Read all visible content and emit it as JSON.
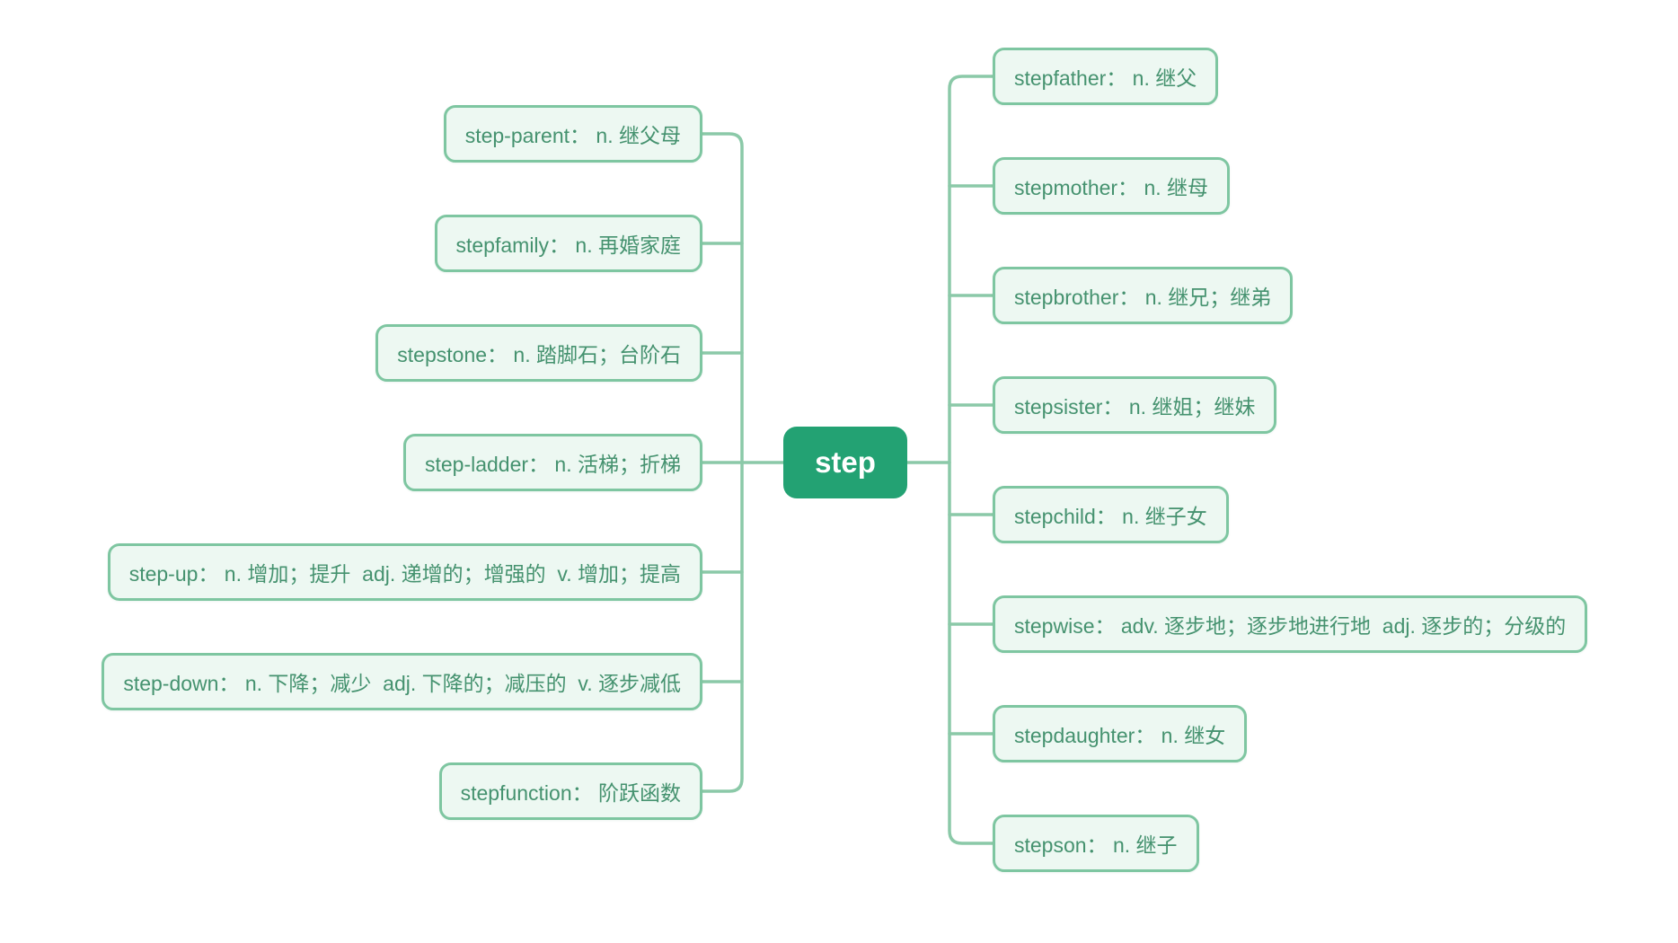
{
  "root": {
    "label": "step"
  },
  "left_branches": [
    {
      "label": "step-parent： n. 继父母"
    },
    {
      "label": "stepfamily： n. 再婚家庭"
    },
    {
      "label": "stepstone： n. 踏脚石；台阶石"
    },
    {
      "label": "step-ladder： n. 活梯；折梯"
    },
    {
      "label": "step-up： n. 增加；提升  adj. 递增的；增强的  v. 增加；提高"
    },
    {
      "label": "step-down： n. 下降；减少  adj. 下降的；减压的  v. 逐步减低"
    },
    {
      "label": "stepfunction： 阶跃函数"
    }
  ],
  "right_branches": [
    {
      "label": "stepfather： n. 继父"
    },
    {
      "label": "stepmother： n. 继母"
    },
    {
      "label": "stepbrother： n. 继兄；继弟"
    },
    {
      "label": "stepsister： n. 继姐；继妹"
    },
    {
      "label": "stepchild： n. 继子女"
    },
    {
      "label": "stepwise： adv. 逐步地；逐步地进行地  adj. 逐步的；分级的"
    },
    {
      "label": "stepdaughter： n. 继女"
    },
    {
      "label": "stepson： n. 继子"
    }
  ],
  "colors": {
    "connector": "#8bc9a8",
    "box_border": "#7ec6a1",
    "box_fill": "#edf8f2",
    "box_text": "#45926f",
    "node_fill": "#23a273",
    "node_text": "#ffffff",
    "bg": "#ffffff"
  }
}
